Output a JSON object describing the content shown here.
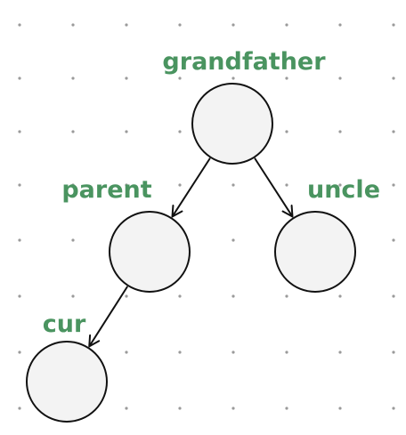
{
  "diagram": {
    "title": "",
    "colors": {
      "label": "#4a9460",
      "node_fill": "#f3f3f3",
      "node_stroke": "#111111",
      "edge": "#111111",
      "grid_dot": "#9a9a9a"
    },
    "nodes": [
      {
        "id": "grandfather",
        "label": "grandfather"
      },
      {
        "id": "parent",
        "label": "parent"
      },
      {
        "id": "uncle",
        "label": "uncle"
      },
      {
        "id": "cur",
        "label": "cur"
      }
    ],
    "edges": [
      {
        "from": "grandfather",
        "to": "parent"
      },
      {
        "from": "grandfather",
        "to": "uncle"
      },
      {
        "from": "parent",
        "to": "cur"
      }
    ]
  }
}
